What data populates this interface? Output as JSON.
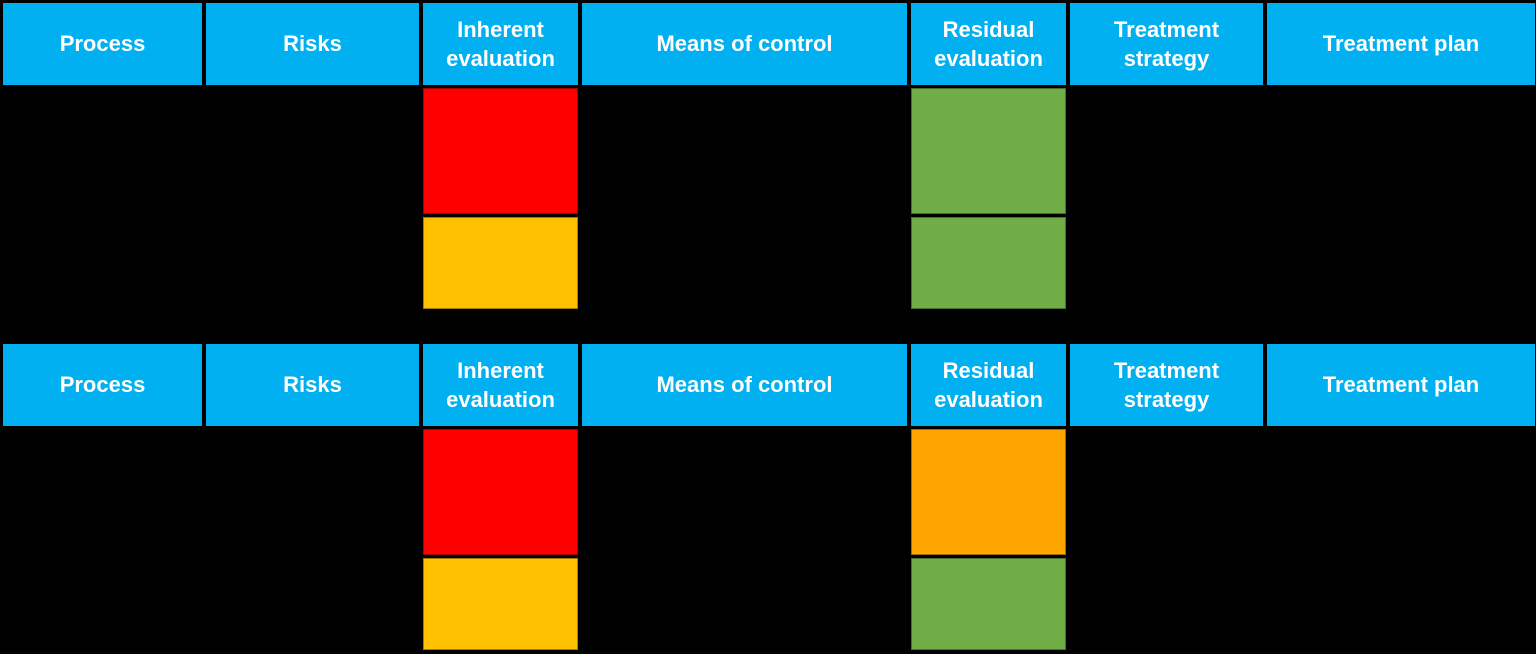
{
  "colors": {
    "background": "#000000",
    "header_bg": "#00B0F0",
    "header_text": "#FFFFFF",
    "risk_red": "#FF0000",
    "risk_amber": "#FFC000",
    "risk_orange": "#FFA500",
    "risk_green": "#70AD47"
  },
  "tables": [
    {
      "headers": [
        "Process",
        "Risks",
        "Inherent evaluation",
        "Means of control",
        "Residual evaluation",
        "Treatment strategy",
        "Treatment plan"
      ],
      "rows": [
        {
          "cells": [
            null,
            null,
            "risk_red",
            null,
            "risk_green",
            null,
            null
          ]
        },
        {
          "cells": [
            null,
            null,
            "risk_amber",
            null,
            "risk_green",
            null,
            null
          ]
        }
      ]
    },
    {
      "headers": [
        "Process",
        "Risks",
        "Inherent evaluation",
        "Means of control",
        "Residual evaluation",
        "Treatment strategy",
        "Treatment plan"
      ],
      "rows": [
        {
          "cells": [
            null,
            null,
            "risk_red",
            null,
            "risk_orange",
            null,
            null
          ]
        },
        {
          "cells": [
            null,
            null,
            "risk_amber",
            null,
            "risk_green",
            null,
            null
          ]
        }
      ]
    }
  ]
}
